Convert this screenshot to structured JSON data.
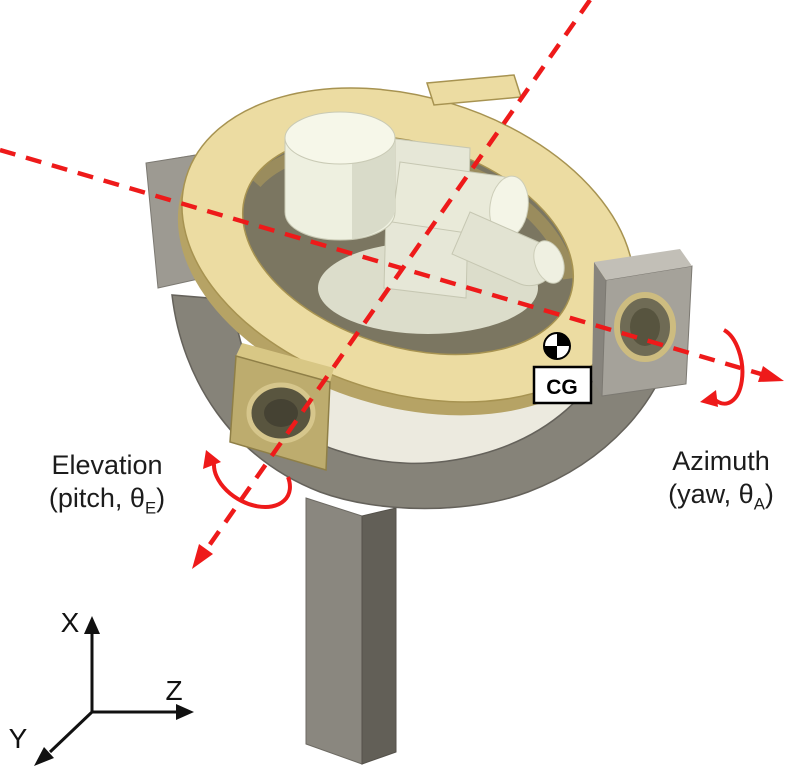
{
  "labels": {
    "elevation": {
      "name": "Elevation",
      "detail_prefix": "(pitch, θ",
      "detail_sub": "E",
      "detail_suffix": ")"
    },
    "azimuth": {
      "name": "Azimuth",
      "detail_prefix": "(yaw, θ",
      "detail_sub": "A",
      "detail_suffix": ")"
    },
    "cg": "CG"
  },
  "triad": {
    "x": "X",
    "y": "Y",
    "z": "Z"
  },
  "colors": {
    "axis_red": "#ee1a1a",
    "ring_gold": "#ecdca2",
    "ring_gold_dark": "#b6a365",
    "metal_gray": "#8a877f",
    "inner_cream": "#eef0e0",
    "cg_black": "#000000",
    "triad_black": "#111111"
  }
}
